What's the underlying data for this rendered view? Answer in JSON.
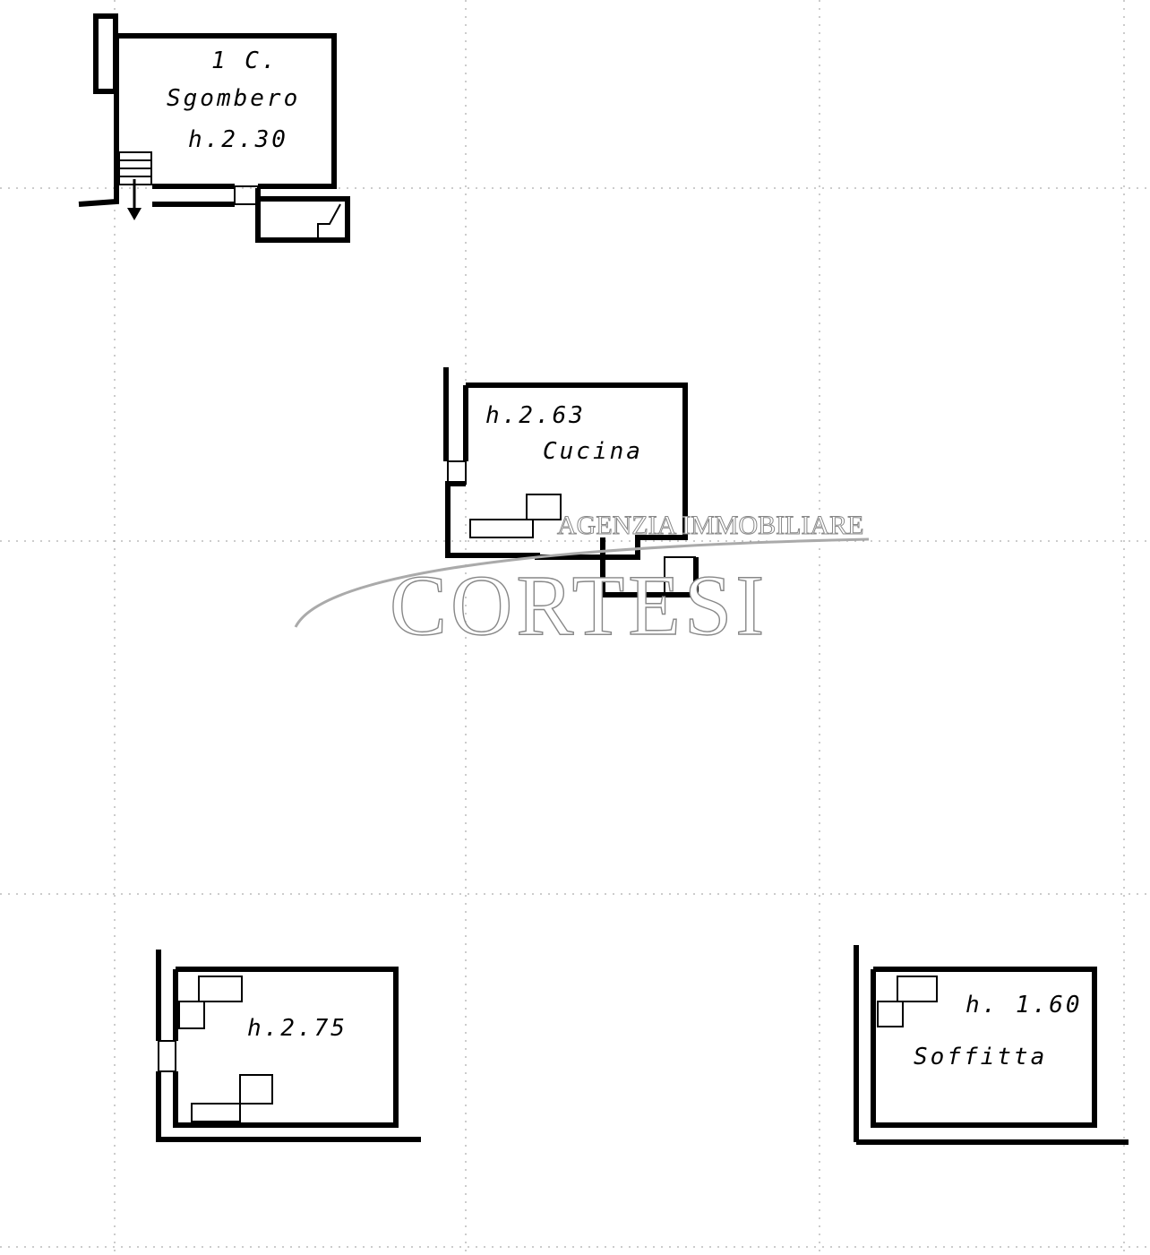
{
  "plans": [
    {
      "note": "1 C.",
      "room": "Sgombero",
      "height": "h.2.30"
    },
    {
      "room": "Cucina",
      "height": "h.2.63"
    },
    {
      "height": "h.2.75"
    },
    {
      "room": "Soffitta",
      "height": "h. 1.60"
    }
  ],
  "watermark": {
    "agency": "AGENZIA IMMOBILIARE",
    "name": "CORTESI"
  }
}
